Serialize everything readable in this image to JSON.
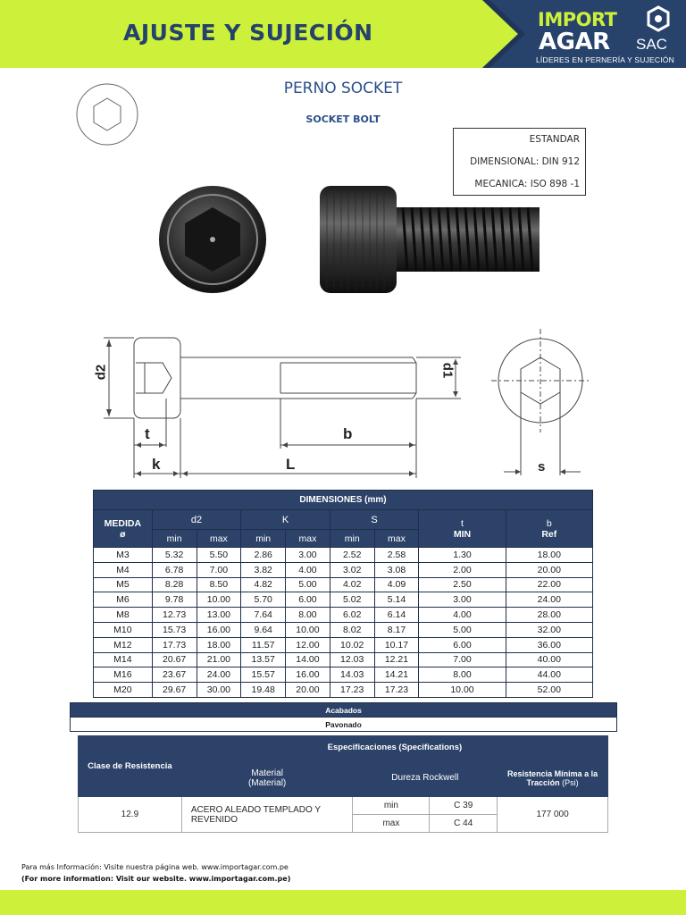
{
  "header": {
    "title": "AJUSTE Y SUJECIÓN",
    "logo": {
      "line1": "IMPORT",
      "line2": "AGAR",
      "suffix": "SAC",
      "tagline": "LÍDERES EN PERNERÍA Y SUJECIÓN"
    },
    "colors": {
      "accent": "#cdf03a",
      "navy": "#24426b"
    }
  },
  "product": {
    "title": "PERNO SOCKET",
    "subtitle": "SOCKET BOLT"
  },
  "standard": {
    "line1": "ESTANDAR",
    "line2": "DIMENSIONAL: DIN 912",
    "line3": "MECANICA: ISO 898 -1"
  },
  "diagram": {
    "labels": {
      "d2": "d2",
      "d1": "d1",
      "t": "t",
      "k": "k",
      "L": "L",
      "b": "b",
      "s": "s"
    }
  },
  "dimensions": {
    "title": "DIMENSIONES (mm)",
    "headers": {
      "medida": "MEDIDA",
      "medida_sym": "ø",
      "d2": "d2",
      "k": "K",
      "s": "S",
      "t": "t",
      "t_sub": "MIN",
      "b": "b",
      "b_sub": "Ref",
      "min": "min",
      "max": "max"
    },
    "rows": [
      [
        "M3",
        "5.32",
        "5.50",
        "2.86",
        "3.00",
        "2.52",
        "2.58",
        "1.30",
        "18.00"
      ],
      [
        "M4",
        "6.78",
        "7.00",
        "3.82",
        "4.00",
        "3.02",
        "3.08",
        "2.00",
        "20.00"
      ],
      [
        "M5",
        "8.28",
        "8.50",
        "4.82",
        "5.00",
        "4.02",
        "4.09",
        "2.50",
        "22.00"
      ],
      [
        "M6",
        "9.78",
        "10.00",
        "5.70",
        "6.00",
        "5.02",
        "5.14",
        "3.00",
        "24.00"
      ],
      [
        "M8",
        "12.73",
        "13.00",
        "7.64",
        "8.00",
        "6.02",
        "6.14",
        "4.00",
        "28.00"
      ],
      [
        "M10",
        "15.73",
        "16.00",
        "9.64",
        "10.00",
        "8.02",
        "8.17",
        "5.00",
        "32.00"
      ],
      [
        "M12",
        "17.73",
        "18.00",
        "11.57",
        "12.00",
        "10.02",
        "10.17",
        "6.00",
        "36.00"
      ],
      [
        "M14",
        "20.67",
        "21.00",
        "13.57",
        "14.00",
        "12.03",
        "12.21",
        "7.00",
        "40.00"
      ],
      [
        "M16",
        "23.67",
        "24.00",
        "15.57",
        "16.00",
        "14.03",
        "14.21",
        "8.00",
        "44.00"
      ],
      [
        "M20",
        "29.67",
        "30.00",
        "19.48",
        "20.00",
        "17.23",
        "17.23",
        "10.00",
        "52.00"
      ]
    ]
  },
  "acabados": {
    "title": "Acabados",
    "value": "Pavonado"
  },
  "specs": {
    "class_label": "Clase de Resistencia",
    "title": "Especificaciones (Specifications)",
    "material_label": "Material",
    "material_sub": "(Material)",
    "hardness_label": "Dureza Rockwell",
    "strength_label": "Resistencia Mínima a la Tracción",
    "strength_unit": "(Psi)",
    "class_value": "12.9",
    "material_value": "ACERO ALEADO TEMPLADO Y REVENIDO",
    "hardness_min_label": "min",
    "hardness_min": "C 39",
    "hardness_max_label": "max",
    "hardness_max": "C 44",
    "strength_value": "177 000"
  },
  "footer": {
    "line1": "Para más Información: Visite nuestra página web. www.importagar.com.pe",
    "line2": "(For more information: Visit our website. www.importagar.com.pe)"
  }
}
